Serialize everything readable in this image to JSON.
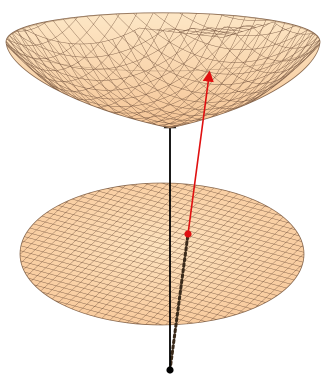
{
  "diagram": {
    "kind": "hyperboloid-projection",
    "surfaces": [
      {
        "name": "hyperboloid-sheet",
        "fill": "#fcd9a8",
        "grid": "#7a5a44"
      },
      {
        "name": "projection-disk",
        "fill": "#fcd3a6",
        "grid": "#7a5a44"
      }
    ],
    "vectors": [
      {
        "name": "vertical-axis",
        "color": "#000000",
        "style": "solid-arrow"
      },
      {
        "name": "projected-vector",
        "color": "#e01010",
        "style": "solid-arrow"
      },
      {
        "name": "projection-line",
        "color": "#3a2a1a",
        "style": "dotted"
      }
    ],
    "points": [
      {
        "name": "origin-point",
        "color": "#000000"
      },
      {
        "name": "disk-point",
        "color": "#e01010"
      }
    ]
  }
}
